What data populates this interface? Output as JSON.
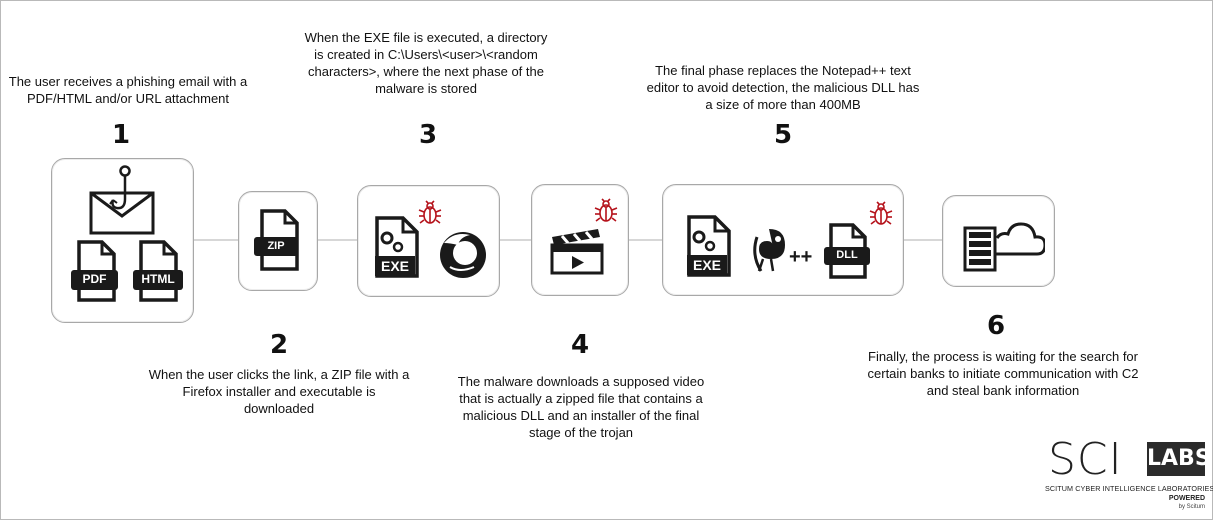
{
  "steps": [
    {
      "number": "1",
      "text": "The user receives a phishing email with a PDF/HTML and/or URL attachment"
    },
    {
      "number": "2",
      "text": "When the user clicks the link, a ZIP file with a Firefox installer and executable is downloaded"
    },
    {
      "number": "3",
      "text": "When the EXE file is executed, a directory is created in C:\\Users\\<user>\\<random characters>, where the next phase of the malware is stored"
    },
    {
      "number": "4",
      "text": "The malware downloads a supposed video that is actually a zipped file that contains a malicious DLL and an installer of the final stage of the trojan"
    },
    {
      "number": "5",
      "text": "The final phase replaces the Notepad++ text editor to avoid detection, the malicious DLL has a size of more than 400MB"
    },
    {
      "number": "6",
      "text": "Finally, the process is waiting for the search for certain banks to initiate communication with C2 and steal bank information"
    }
  ],
  "file_labels": {
    "pdf": "PDF",
    "html": "HTML",
    "zip": "ZIP",
    "exe": "EXE",
    "dll": "DLL",
    "plus": "++"
  },
  "logo": {
    "sci": "SCI",
    "labs": "LABS",
    "full_name": "SCITUM CYBER INTELLIGENCE LABORATORIES",
    "powered": "POWERED",
    "by": "by Scitum"
  },
  "colors": {
    "bug": "#b5121b",
    "icon_dark": "#1a1a1a",
    "box_border": "#a8a8a8"
  }
}
